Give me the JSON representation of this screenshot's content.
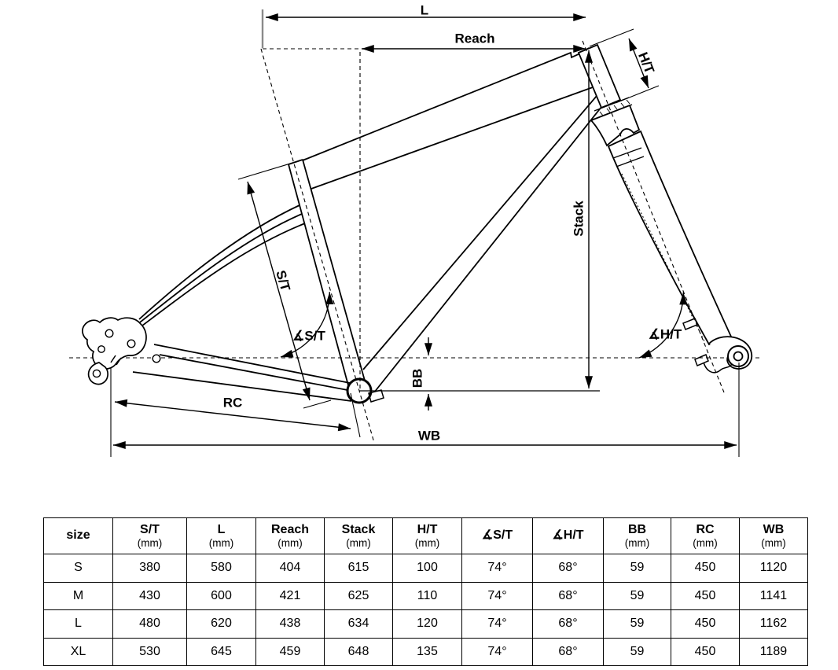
{
  "page": {
    "background": "#ffffff",
    "line_color": "#000000"
  },
  "diagram": {
    "labels": {
      "top_length": "L",
      "reach": "Reach",
      "head_tube": "H/T",
      "stack": "Stack",
      "seat_tube": "S/T",
      "seat_tube_angle": "∡S/T",
      "head_tube_angle": "∡H/T",
      "bb_drop": "BB",
      "rear_center": "RC",
      "wheelbase": "WB"
    }
  },
  "table": {
    "headers": [
      {
        "key": "size",
        "label": "size",
        "unit": ""
      },
      {
        "key": "st",
        "label": "S/T",
        "unit": "(mm)"
      },
      {
        "key": "l",
        "label": "L",
        "unit": "(mm)"
      },
      {
        "key": "reach",
        "label": "Reach",
        "unit": "(mm)"
      },
      {
        "key": "stack",
        "label": "Stack",
        "unit": "(mm)"
      },
      {
        "key": "ht",
        "label": "H/T",
        "unit": "(mm)"
      },
      {
        "key": "ast",
        "label": "∡S/T",
        "unit": ""
      },
      {
        "key": "aht",
        "label": "∡H/T",
        "unit": ""
      },
      {
        "key": "bb",
        "label": "BB",
        "unit": "(mm)"
      },
      {
        "key": "rc",
        "label": "RC",
        "unit": "(mm)"
      },
      {
        "key": "wb",
        "label": "WB",
        "unit": "(mm)"
      }
    ],
    "rows": [
      {
        "size": "S",
        "values": [
          "380",
          "580",
          "404",
          "615",
          "100",
          "74°",
          "68°",
          "59",
          "450",
          "1120"
        ]
      },
      {
        "size": "M",
        "values": [
          "430",
          "600",
          "421",
          "625",
          "110",
          "74°",
          "68°",
          "59",
          "450",
          "1141"
        ]
      },
      {
        "size": "L",
        "values": [
          "480",
          "620",
          "438",
          "634",
          "120",
          "74°",
          "68°",
          "59",
          "450",
          "1162"
        ]
      },
      {
        "size": "XL",
        "values": [
          "530",
          "645",
          "459",
          "648",
          "135",
          "74°",
          "68°",
          "59",
          "450",
          "1189"
        ]
      }
    ]
  }
}
